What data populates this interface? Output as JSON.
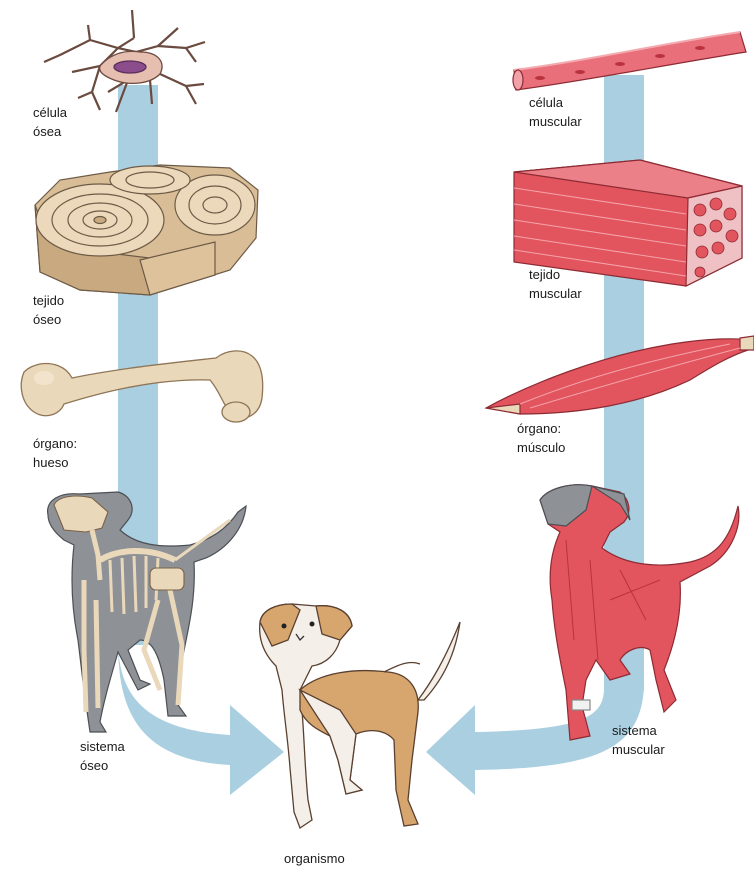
{
  "left_column": {
    "cell": {
      "line1": "célula",
      "line2": "ósea"
    },
    "tissue": {
      "line1": "tejido",
      "line2": "óseo"
    },
    "organ": {
      "line1": "órgano:",
      "line2": "hueso"
    },
    "system": {
      "line1": "sistema",
      "line2": "óseo"
    }
  },
  "right_column": {
    "cell": {
      "line1": "célula",
      "line2": "muscular"
    },
    "tissue": {
      "line1": "tejido",
      "line2": "muscular"
    },
    "organ": {
      "line1": "órgano:",
      "line2": "músculo"
    },
    "system": {
      "line1": "sistema",
      "line2": "muscular"
    }
  },
  "center": {
    "organism": "organismo"
  },
  "colors": {
    "flow_arrow": "#a9cfe0",
    "bone": "#ead8bb",
    "bone_dark": "#bfa27c",
    "muscle": "#e2555e",
    "muscle_dark": "#b8333d",
    "dog_gray": "#8e9196",
    "dog_tan": "#d7a56e"
  }
}
